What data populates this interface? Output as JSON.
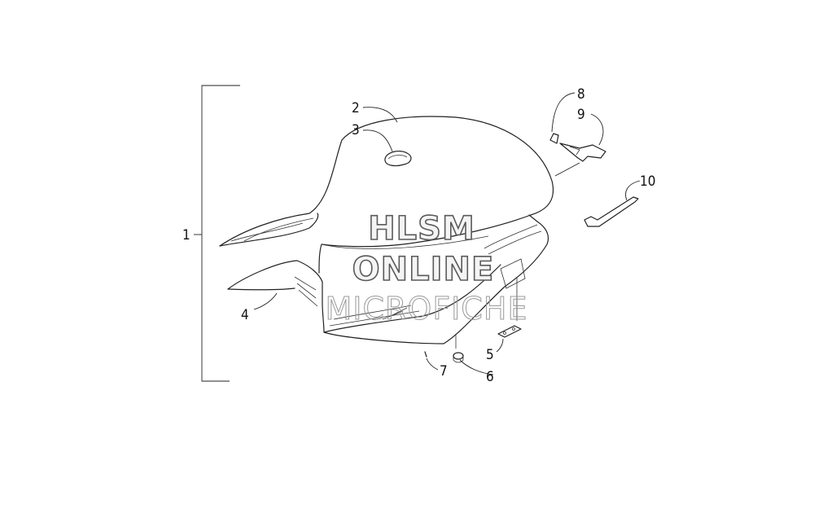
{
  "diagram": {
    "callouts": [
      {
        "id": "c1",
        "label": "1"
      },
      {
        "id": "c2",
        "label": "2"
      },
      {
        "id": "c3",
        "label": "3"
      },
      {
        "id": "c4",
        "label": "4"
      },
      {
        "id": "c5",
        "label": "5"
      },
      {
        "id": "c6",
        "label": "6"
      },
      {
        "id": "c7",
        "label": "7"
      },
      {
        "id": "c8",
        "label": "8"
      },
      {
        "id": "c9",
        "label": "9"
      },
      {
        "id": "c10",
        "label": "10"
      }
    ],
    "watermark": {
      "line1": "HLSM",
      "line2": "ONLINE",
      "line3": "MICROFICHE"
    }
  }
}
